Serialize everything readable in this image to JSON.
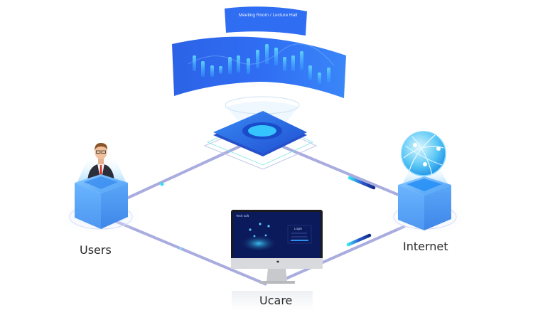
{
  "diagram": {
    "title_banner": "Meeting Room / Lecture Hall",
    "nodes": [
      {
        "id": "meeting-room",
        "label": "",
        "icon": "curved-display-screen-icon"
      },
      {
        "id": "users",
        "label": "Users",
        "icon": "businessman-avatar-icon"
      },
      {
        "id": "internet",
        "label": "Internet",
        "icon": "globe-network-icon"
      },
      {
        "id": "ucare",
        "label": "Ucare",
        "icon": "desktop-monitor-icon"
      }
    ],
    "connections": [
      {
        "from": "users",
        "to": "meeting-room"
      },
      {
        "from": "meeting-room",
        "to": "internet"
      },
      {
        "from": "users",
        "to": "ucare"
      },
      {
        "from": "ucare",
        "to": "internet"
      }
    ],
    "monitor_screen": {
      "brand_text": "Tech soft",
      "login_title": "Login"
    },
    "colors": {
      "primary_blue": "#2d6cf0",
      "cube_blue": "#5fa8f5",
      "connector": "#a9acdf",
      "accent_cyan": "#2fd6f0",
      "monitor_bg": "#0b1a5a"
    }
  }
}
